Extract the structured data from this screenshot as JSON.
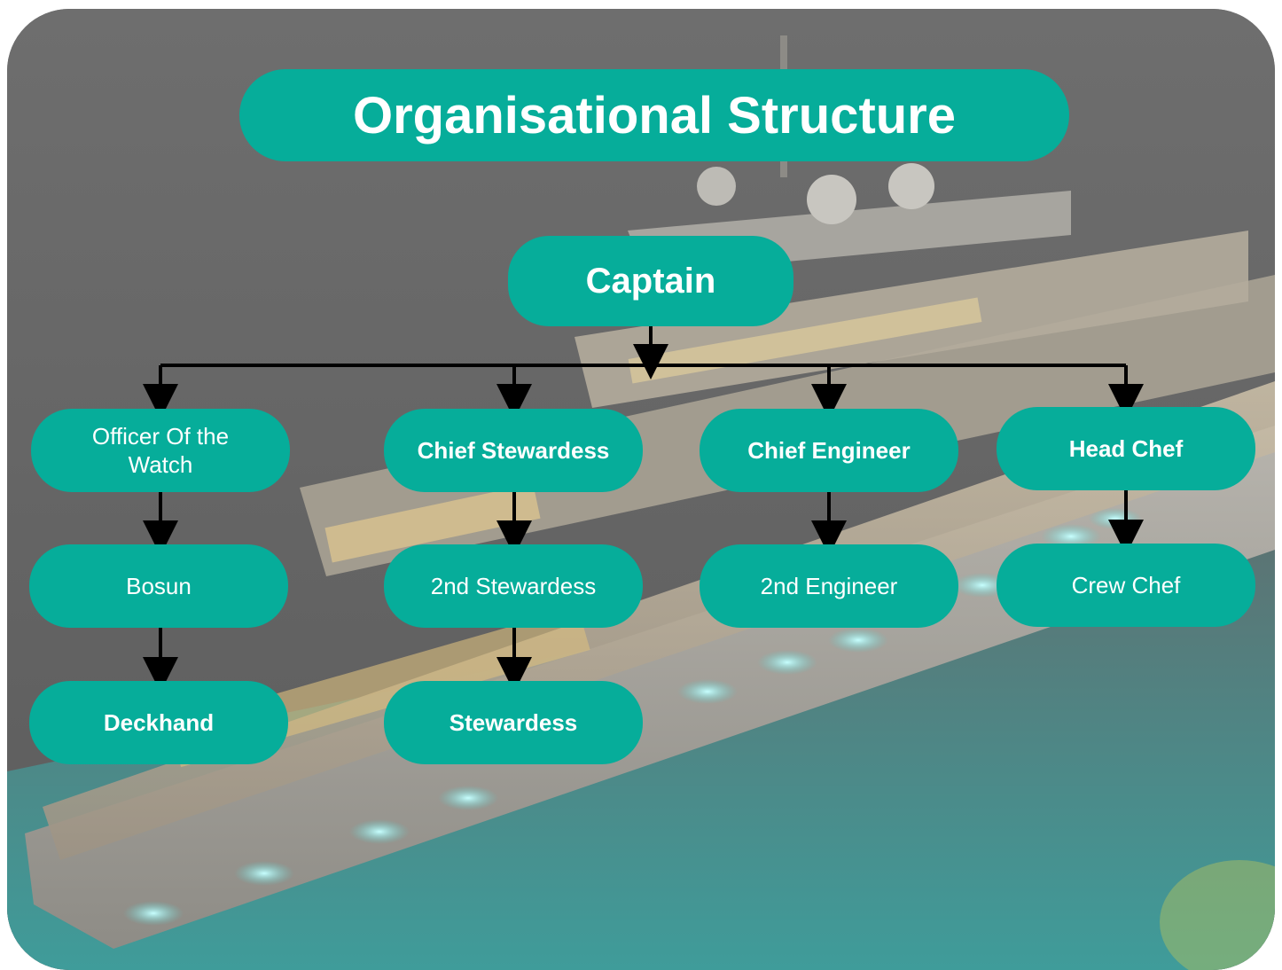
{
  "title": "Organisational Structure",
  "colors": {
    "node": "#06ad9a",
    "text": "#ffffff",
    "connector": "#000000"
  },
  "nodes": {
    "captain": "Captain",
    "officer_watch": "Officer Of the Watch",
    "bosun": "Bosun",
    "deckhand": "Deckhand",
    "chief_stewardess": "Chief Stewardess",
    "second_stewardess": "2nd Stewardess",
    "stewardess": "Stewardess",
    "chief_engineer": "Chief Engineer",
    "second_engineer": "2nd Engineer",
    "head_chef": "Head Chef",
    "crew_chef": "Crew Chef"
  }
}
